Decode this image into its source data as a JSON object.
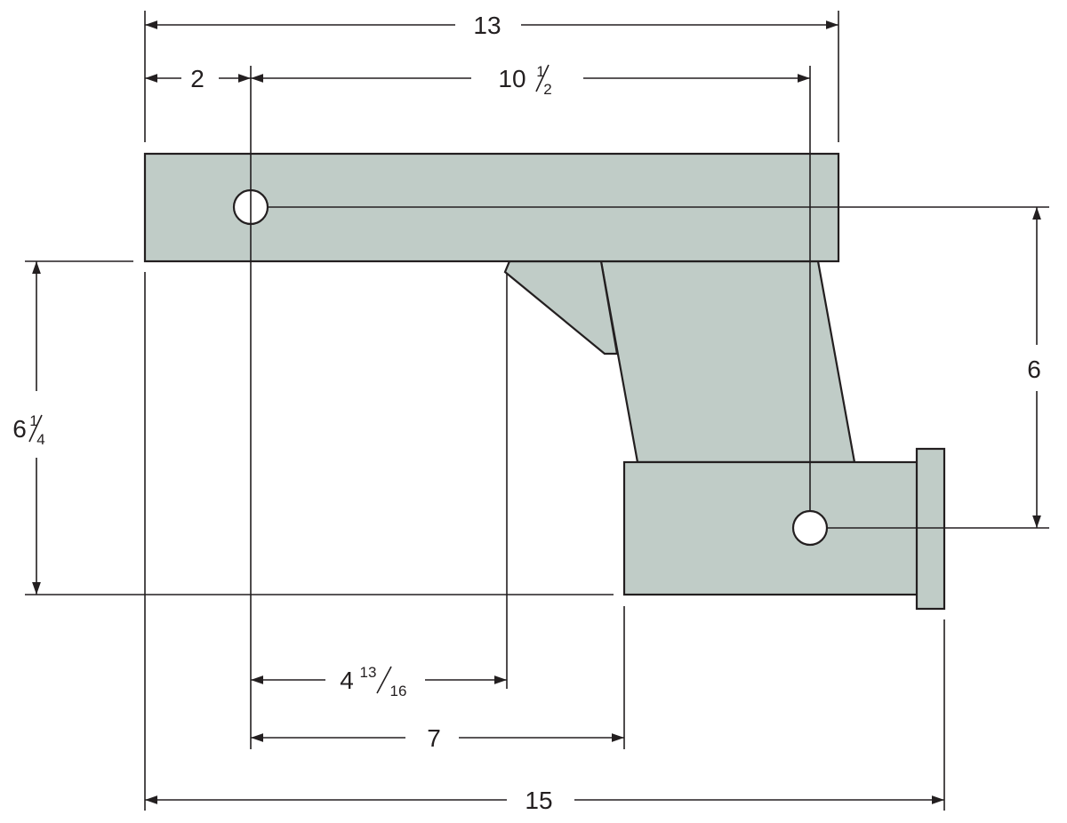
{
  "dimensions": {
    "overall_top": "13",
    "hole_offset_left": "2",
    "hole_to_hole_half_whole": "10",
    "hole_to_hole_half_frac_num": "1",
    "hole_to_hole_half_frac_den": "2",
    "rise_right": "6",
    "drop_left_whole": "6",
    "drop_left_frac_num": "1",
    "drop_left_frac_den": "4",
    "gusset_whole": "4",
    "gusset_frac_num": "13",
    "gusset_frac_den": "16",
    "receiver_offset": "7",
    "overall_bottom": "15"
  },
  "colors": {
    "part_fill": "#c0ccc7",
    "line": "#231f20"
  }
}
